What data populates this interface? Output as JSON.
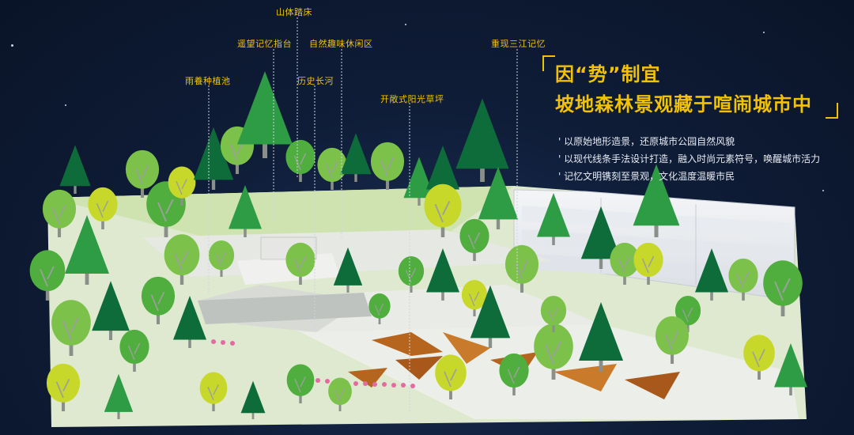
{
  "callouts": [
    {
      "id": "mountain",
      "text": "山体踏床"
    },
    {
      "id": "lookout",
      "text": "遥望记忆指台"
    },
    {
      "id": "leisure",
      "text": "自然趣味休闲区"
    },
    {
      "id": "memory",
      "text": "重现三江记忆"
    },
    {
      "id": "pond",
      "text": "雨養种植池"
    },
    {
      "id": "river",
      "text": "历史长河"
    },
    {
      "id": "lawn",
      "text": "开敞式阳光草坪"
    }
  ],
  "title": {
    "line1": "因“势”制宜",
    "line2": "坡地森林景观藏于喧闹城市中"
  },
  "bullets": [
    "' 以原始地形造景，还原城市公园自然风貌",
    "' 以现代线条手法设计打造，融入时尚元素符号，唤醒城市活力",
    "' 记忆文明镌刻至景观，文化温度温暖市民"
  ],
  "colors": {
    "accent": "#f2c200",
    "background": "#0f1d38",
    "tree_dark": "#0e6b3a",
    "tree_mid": "#2e9b45",
    "tree_light": "#7cc24a",
    "tree_yellow": "#c8d82a",
    "path": "#d9dcd8",
    "accent_ground": "#b5651d",
    "ground": "#cfe3b0"
  }
}
